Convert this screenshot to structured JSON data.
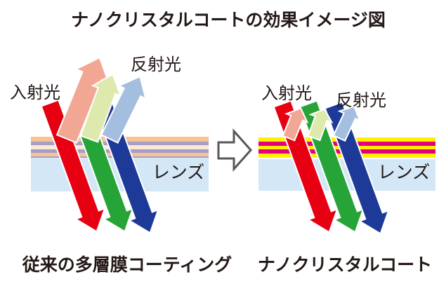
{
  "title": "ナノクリスタルコートの効果イメージ図",
  "colors": {
    "text": "#231815",
    "incident_red": "#e60012",
    "incident_green": "#27a437",
    "incident_blue": "#1d3a99",
    "reflected_red": "#f2a795",
    "reflected_green": "#dde9ad",
    "reflected_blue": "#a3bede",
    "lens_body": "#d3e7f7",
    "transition_arrow_outline": "#595757",
    "transition_arrow_fill": "#ffffff"
  },
  "left_diagram": {
    "incident_label": "入射光",
    "reflected_label": "反射光",
    "lens_label": "レンズ",
    "caption": "従来の多層膜コーティング",
    "coating_colors": [
      "#f5c490",
      "#a89cc9",
      "#fbead2",
      "#a89cc9",
      "#f5c490",
      "#a89cc9"
    ]
  },
  "right_diagram": {
    "incident_label": "入射光",
    "reflected_label": "反射光",
    "lens_label": "レンズ",
    "caption": "ナノクリスタルコート",
    "coating_colors": [
      "#fff000",
      "#e3007f",
      "#fff000",
      "#e3007f",
      "#fff000"
    ]
  }
}
